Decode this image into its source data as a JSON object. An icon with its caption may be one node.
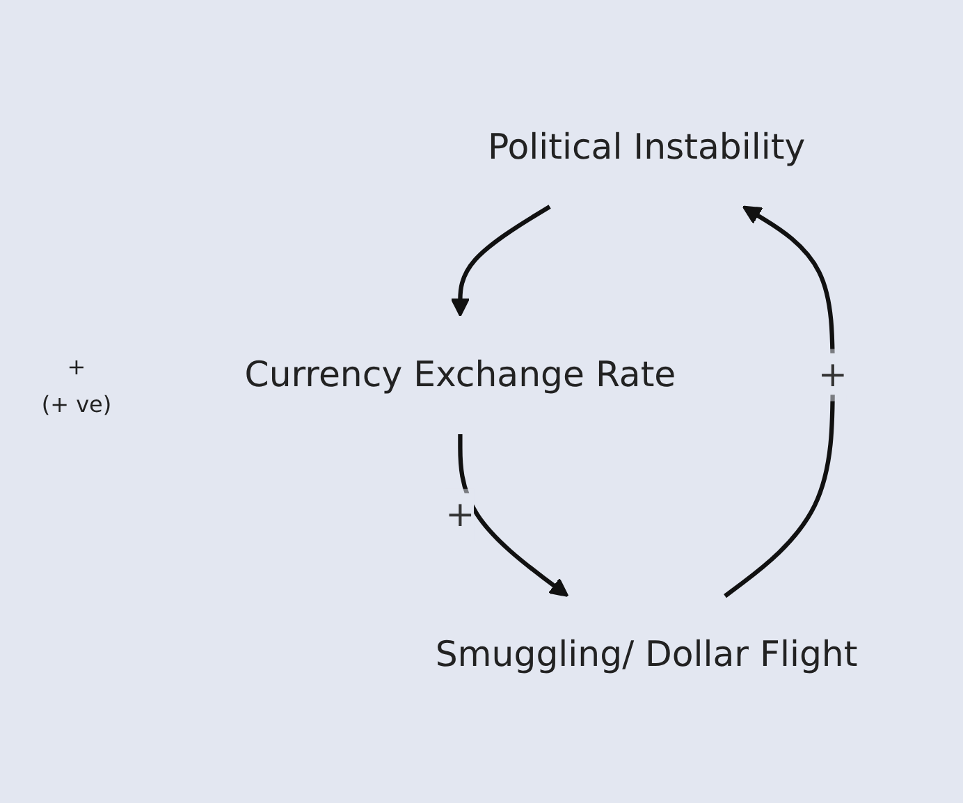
{
  "diagram": {
    "nodes": [
      {
        "text": [
          "Political Instability"
        ]
      },
      {
        "text": [
          "Currency Exchange Rate"
        ]
      },
      {
        "text": [
          "Smuggling/ Dollar Flight"
        ]
      }
    ],
    "edges": [
      {
        "from": 0,
        "to": 1,
        "arrow": "to"
      },
      {
        "from": 1,
        "to": 2,
        "arrow": "to",
        "label": "+"
      },
      {
        "from": 2,
        "to": 0,
        "arrow": "to",
        "label": "+"
      }
    ],
    "labels": [
      "+",
      "(+ ve)"
    ]
  }
}
